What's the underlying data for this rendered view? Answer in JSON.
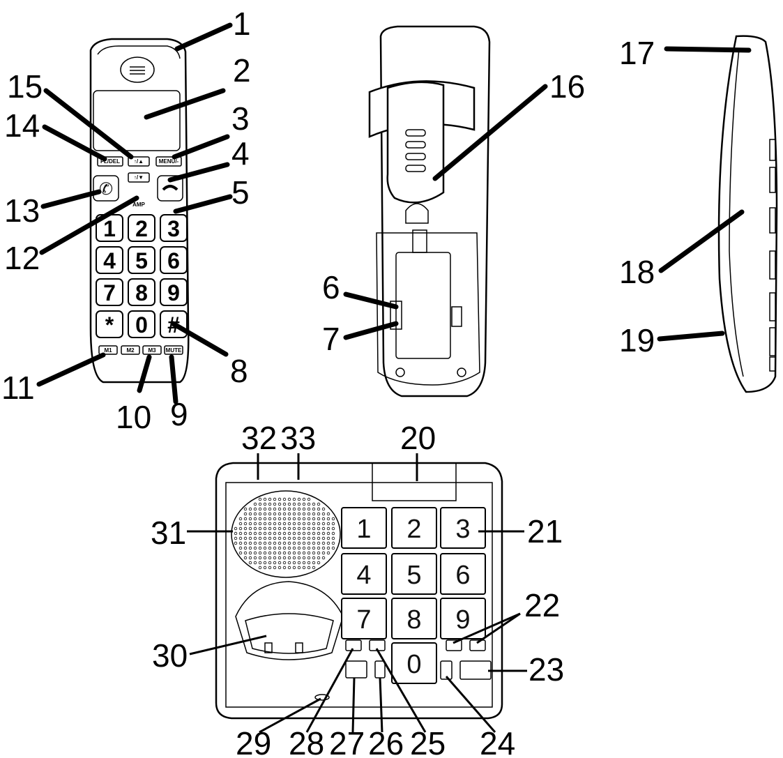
{
  "callouts": [
    "1",
    "2",
    "3",
    "4",
    "5",
    "6",
    "7",
    "8",
    "9",
    "10",
    "11",
    "12",
    "13",
    "14",
    "15",
    "16",
    "17",
    "18",
    "19",
    "20",
    "21",
    "22",
    "23",
    "24",
    "25",
    "26",
    "27",
    "28",
    "29",
    "30",
    "31",
    "32",
    "33"
  ],
  "handset": {
    "buttons": {
      "fl_del": "FL/DEL",
      "up": "↑/▲",
      "menu": "MENU/-",
      "down": "↑/▼",
      "amp": "AMP",
      "m1": "M1",
      "m2": "M2",
      "m3": "M3",
      "mute": "MUTE"
    },
    "keypad": [
      "1",
      "2",
      "3",
      "4",
      "5",
      "6",
      "7",
      "8",
      "9",
      "*",
      "0",
      "#"
    ]
  },
  "base": {
    "keypad": [
      "1",
      "2",
      "3",
      "4",
      "5",
      "6",
      "7",
      "8",
      "9",
      "0"
    ]
  }
}
